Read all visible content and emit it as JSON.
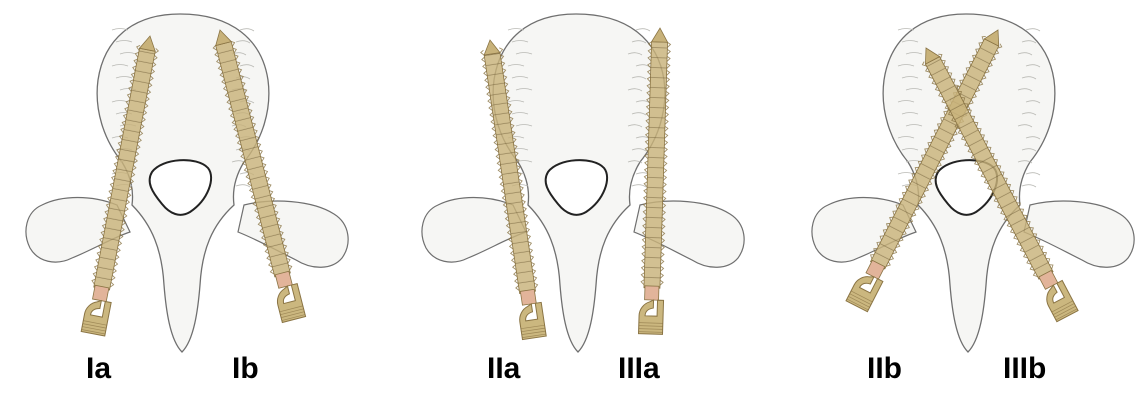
{
  "figure": {
    "background": "#ffffff",
    "bone_color": "#f6f6f4",
    "bone_outline": "#6f6f6f",
    "screw_color": "#c8b27a",
    "screw_dark": "#8a7444",
    "screw_tip_color": "#e2b49a"
  },
  "panels": [
    {
      "id": "panel-1",
      "configuration": "parallel-converging",
      "labels": {
        "left": "Ia",
        "right": "Ib"
      }
    },
    {
      "id": "panel-2",
      "configuration": "parallel-diverging",
      "labels": {
        "left": "IIa",
        "right": "IIIa"
      }
    },
    {
      "id": "panel-3",
      "configuration": "crossing",
      "labels": {
        "left": "IIb",
        "right": "IIIb"
      }
    }
  ]
}
